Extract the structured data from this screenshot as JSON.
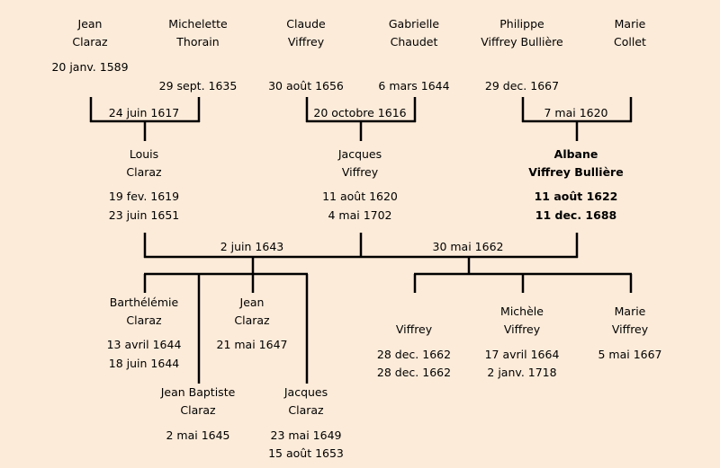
{
  "generation1": [
    {
      "first": "Jean",
      "last": "Claraz",
      "birth": "20 janv. 1589",
      "death": ""
    },
    {
      "first": "Michelette",
      "last": "Thorain",
      "birth": "",
      "death": "29 sept. 1635"
    },
    {
      "first": "Claude",
      "last": "Viffrey",
      "birth": "",
      "death": "30 août 1656"
    },
    {
      "first": "Gabrielle",
      "last": "Chaudet",
      "birth": "",
      "death": "6 mars 1644"
    },
    {
      "first": "Philippe",
      "last": "Viffrey Bullière",
      "birth": "",
      "death": "29 dec. 1667"
    },
    {
      "first": "Marie",
      "last": "Collet",
      "birth": "",
      "death": ""
    }
  ],
  "marriages1": [
    "24 juin 1617",
    "20 octobre 1616",
    "7 mai 1620"
  ],
  "generation2": [
    {
      "first": "Louis",
      "last": "Claraz",
      "birth": "19 fev. 1619",
      "death": "23 juin 1651"
    },
    {
      "first": "Jacques",
      "last": "Viffrey",
      "birth": "11 août 1620",
      "death": "4 mai 1702"
    },
    {
      "first": "Albane",
      "last": "Viffrey Bullière",
      "birth": "11 août 1622",
      "death": "11 dec. 1688"
    }
  ],
  "marriages2": [
    "2 juin 1643",
    "30 mai 1662"
  ],
  "generation3": [
    {
      "first": "Barthélémie",
      "last": "Claraz",
      "birth": "13 avril 1644",
      "death": "18 juin 1644"
    },
    {
      "first": "Jean Baptiste",
      "last": "Claraz",
      "birth": "2 mai 1645",
      "death": ""
    },
    {
      "first": "Jean",
      "last": "Claraz",
      "birth": "21 mai 1647",
      "death": ""
    },
    {
      "first": "Jacques",
      "last": "Claraz",
      "birth": "23 mai 1649",
      "death": "15 août 1653"
    },
    {
      "first": "",
      "last": "Viffrey",
      "birth": "28 dec. 1662",
      "death": "28 dec. 1662"
    },
    {
      "first": "Michèle",
      "last": "Viffrey",
      "birth": "17 avril 1664",
      "death": "2 janv. 1718"
    },
    {
      "first": "Marie",
      "last": "Viffrey",
      "birth": "5 mai 1667",
      "death": ""
    }
  ]
}
